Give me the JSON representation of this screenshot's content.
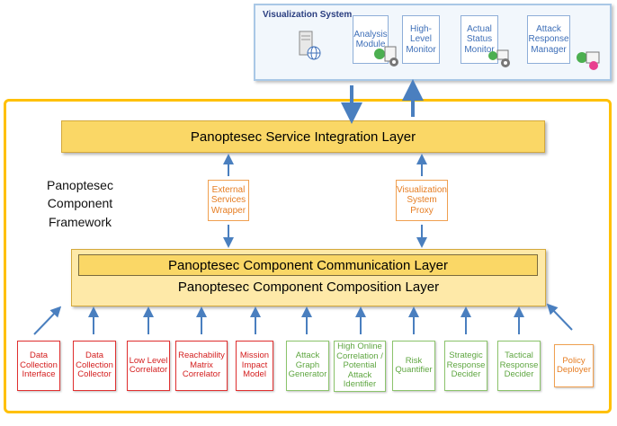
{
  "visualization_system": {
    "title": "Visualization System",
    "modules": [
      {
        "label": "Analysis Module"
      },
      {
        "label": "High-Level Monitor"
      },
      {
        "label": "Actual Status Monitor"
      },
      {
        "label": "Attack Response Manager"
      }
    ]
  },
  "framework": {
    "label_line1": "Panoptesec",
    "label_line2": "Component",
    "label_line3": "Framework"
  },
  "layers": {
    "service_integration": "Panoptesec Service Integration Layer",
    "communication": "Panoptesec Component Communication Layer",
    "composition": "Panoptesec Component Composition Layer"
  },
  "intermediate": {
    "external_services_wrapper": "External Services Wrapper",
    "visualization_system_proxy": "Visualization System Proxy"
  },
  "components": [
    {
      "label": "Data Collection Interface",
      "color": "#d42020"
    },
    {
      "label": "Data Collection Collector",
      "color": "#d42020"
    },
    {
      "label": "Low Level Correlator",
      "color": "#d42020"
    },
    {
      "label": "Reachability Matrix Correlator",
      "color": "#d42020"
    },
    {
      "label": "Mission Impact Model",
      "color": "#d42020"
    },
    {
      "label": "Attack Graph Generator",
      "color": "#5fa641"
    },
    {
      "label": "High Online Correlation / Potential Attack Identifier",
      "color": "#5fa641"
    },
    {
      "label": "Risk Quantifier",
      "color": "#5fa641"
    },
    {
      "label": "Strategic Response Decider",
      "color": "#5fa641"
    },
    {
      "label": "Tactical Response Decider",
      "color": "#5fa641"
    },
    {
      "label": "Policy Deployer",
      "color": "#e67d22"
    }
  ]
}
